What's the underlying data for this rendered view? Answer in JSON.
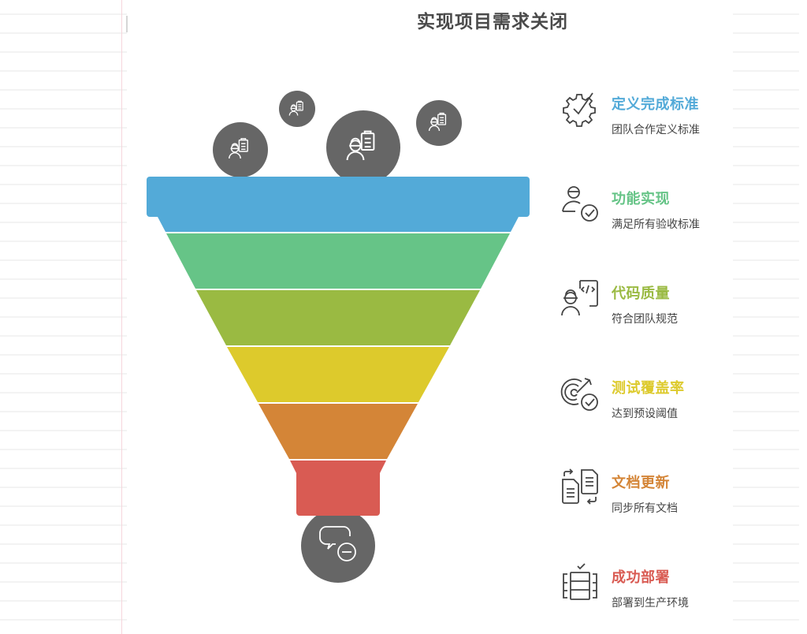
{
  "title": "实现项目需求关闭",
  "colors": {
    "blue": "#53aad8",
    "green": "#66c487",
    "olive": "#9aba42",
    "yellow": "#ddca2c",
    "orange": "#d48537",
    "red": "#d95b53",
    "bubble": "#666666"
  },
  "funnel": {
    "top_bubbles": [
      {
        "icon": "worker-clipboard-icon",
        "size": "medium"
      },
      {
        "icon": "worker-clipboard-icon",
        "size": "small"
      },
      {
        "icon": "worker-clipboard-icon",
        "size": "large"
      },
      {
        "icon": "worker-clipboard-icon",
        "size": "medium-small"
      }
    ],
    "bottom_bubble": {
      "icon": "chat-minus-icon"
    }
  },
  "steps": [
    {
      "label": "定义完成标准",
      "desc": "团队合作定义标准",
      "color": "#53aad8",
      "icon": "gear-check-icon"
    },
    {
      "label": "功能实现",
      "desc": "满足所有验收标准",
      "color": "#66c487",
      "icon": "user-check-icon"
    },
    {
      "label": "代码质量",
      "desc": "符合团队规范",
      "color": "#9aba42",
      "icon": "worker-code-icon"
    },
    {
      "label": "测试覆盖率",
      "desc": "达到预设阈值",
      "color": "#ddca2c",
      "icon": "target-check-icon"
    },
    {
      "label": "文档更新",
      "desc": "同步所有文档",
      "color": "#d48537",
      "icon": "documents-sync-icon"
    },
    {
      "label": "成功部署",
      "desc": "部署到生产环境",
      "color": "#d95b53",
      "icon": "server-deploy-icon"
    }
  ]
}
